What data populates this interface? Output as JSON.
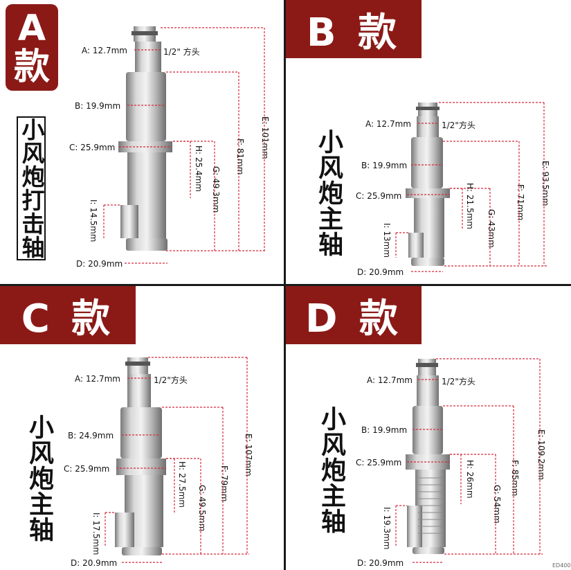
{
  "colors": {
    "banner": "#8b1a17",
    "dimension_line": "#d8283a",
    "metal": "#b9b9b9"
  },
  "panel_a": {
    "banner": [
      "A",
      "款"
    ],
    "side_label": "小风炮打击轴",
    "dims": {
      "a": "A: 12.7mm",
      "a_note": "1/2\" 方头",
      "b": "B: 19.9mm",
      "c": "C: 25.9mm",
      "d": "D: 20.9mm",
      "e": "E: 101mm",
      "f": "F: 81mm",
      "g": "G: 49.3mm",
      "h": "H: 25.4mm",
      "i": "I: 14.5mm"
    }
  },
  "panel_b": {
    "banner": "B 款",
    "side_label": "小风炮主轴",
    "dims": {
      "a": "A: 12.7mm",
      "a_note": "1/2\"方头",
      "b": "B: 19.9mm",
      "c": "C: 25.9mm",
      "d": "D: 20.9mm",
      "e": "E: 93.5mm",
      "f": "F: 71mm",
      "g": "G: 43mm",
      "h": "H: 21.5mm",
      "i": "I: 13mm"
    }
  },
  "panel_c": {
    "banner": "C 款",
    "side_label": "小风炮主轴",
    "dims": {
      "a": "A: 12.7mm",
      "a_note": "1/2\"方头",
      "b": "B: 24.9mm",
      "c": "C: 25.9mm",
      "d": "D: 20.9mm",
      "e": "E: 107mm",
      "f": "F: 79mm",
      "g": "G: 49.5mm",
      "h": "H: 27.5mm",
      "i": "I: 17.5mm"
    }
  },
  "panel_d": {
    "banner": "D 款",
    "side_label": "小风炮主轴",
    "dims": {
      "a": "A: 12.7mm",
      "a_note": "1/2\"方头",
      "b": "B: 19.9mm",
      "c": "C: 25.9mm",
      "d": "D: 20.9mm",
      "e": "E: 109.2mm",
      "f": "F: 85mm",
      "g": "G: 54mm",
      "h": "H: 26mm",
      "i": "I: 19.3mm"
    },
    "watermark": "ED400"
  }
}
